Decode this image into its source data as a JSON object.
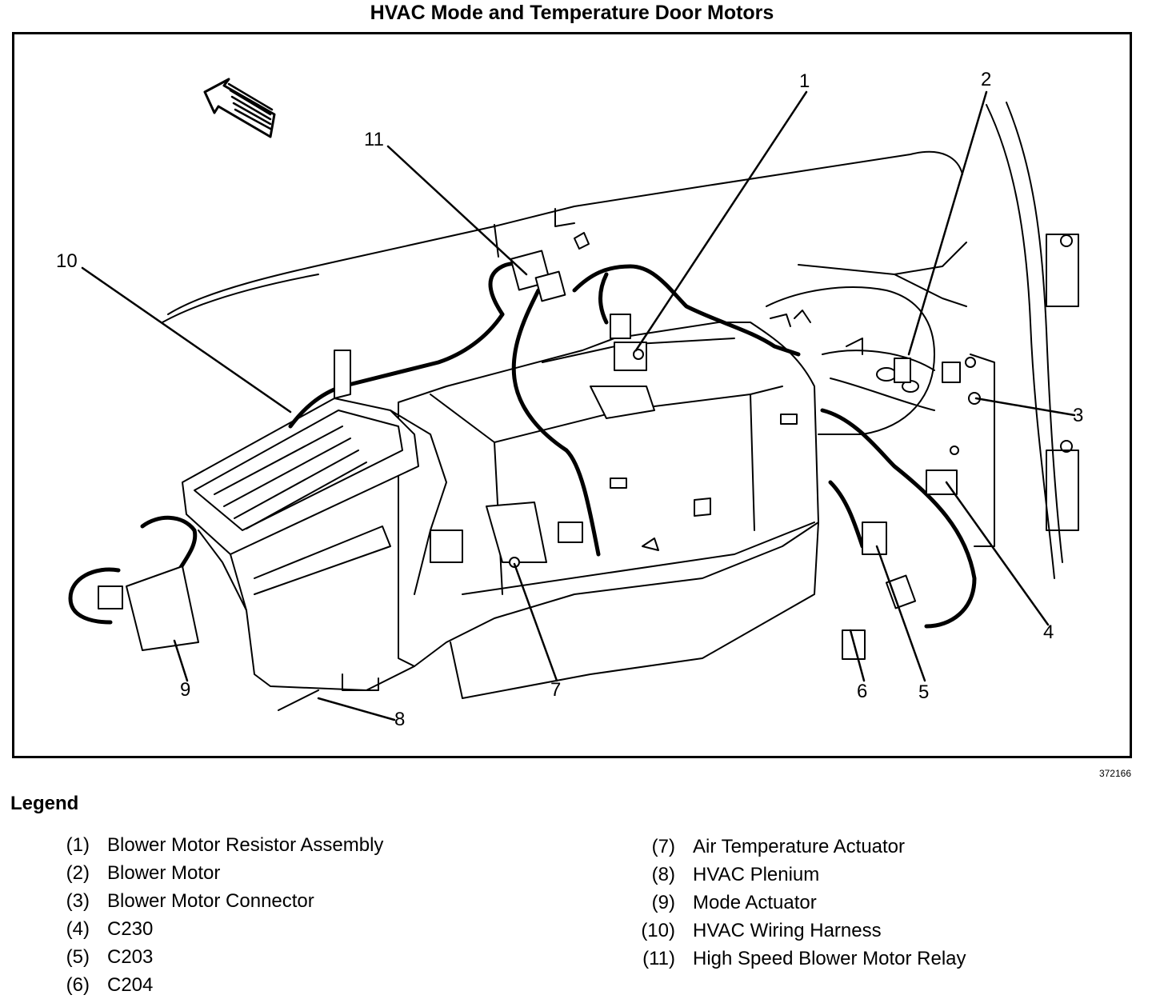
{
  "title": "HVAC Mode and Temperature Door Motors",
  "figure_id": "372166",
  "callouts": [
    "1",
    "2",
    "3",
    "4",
    "5",
    "6",
    "7",
    "8",
    "9",
    "10",
    "11"
  ],
  "legend": {
    "heading": "Legend",
    "items": [
      {
        "num": "(1)",
        "label": "Blower Motor Resistor Assembly"
      },
      {
        "num": "(2)",
        "label": "Blower Motor"
      },
      {
        "num": "(3)",
        "label": "Blower Motor Connector"
      },
      {
        "num": "(4)",
        "label": "C230"
      },
      {
        "num": "(5)",
        "label": "C203"
      },
      {
        "num": "(6)",
        "label": "C204"
      },
      {
        "num": "(7)",
        "label": "Air Temperature Actuator"
      },
      {
        "num": "(8)",
        "label": "HVAC Plenium"
      },
      {
        "num": "(9)",
        "label": "Mode Actuator"
      },
      {
        "num": "(10)",
        "label": "HVAC Wiring Harness"
      },
      {
        "num": "(11)",
        "label": "High Speed Blower Motor Relay"
      }
    ]
  }
}
